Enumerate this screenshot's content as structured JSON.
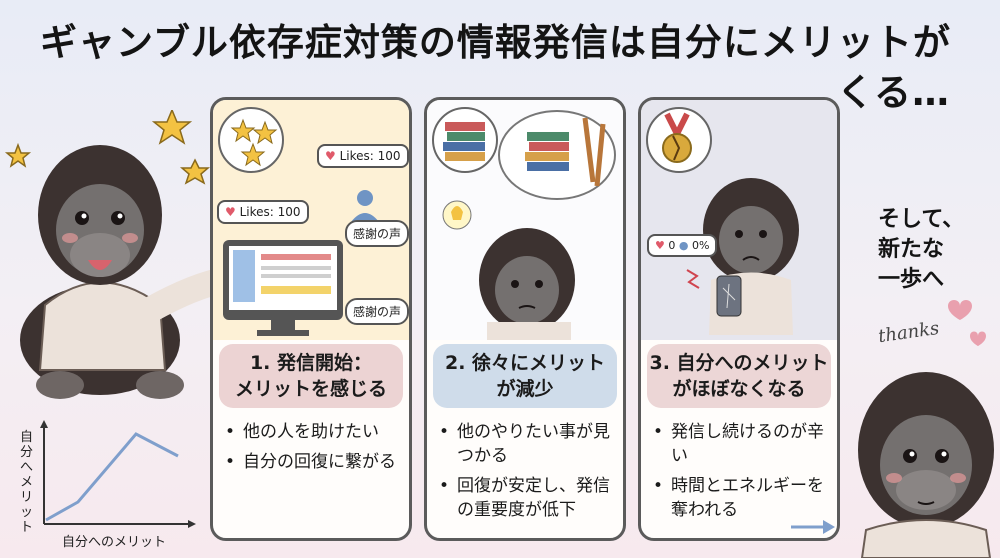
{
  "title": {
    "line1": "ギャンブル依存症対策の情報発信は自分にメリットが",
    "line2": "くる…"
  },
  "cards": [
    {
      "stage_line1": "1. 発信開始：",
      "stage_line2": "メリットを感じる",
      "bullets": [
        "他の人を助けたい",
        "自分の回復に繋がる"
      ],
      "likes_label_1": "Likes: 100",
      "likes_label_2": "Likes: 100",
      "thanks_label_1": "感謝の声",
      "thanks_label_2": "感謝の声"
    },
    {
      "stage_line1": "2. 徐々にメリット",
      "stage_line2": "が減少",
      "bullets": [
        "他のやりたい事が見つかる",
        "回復が安定し、発信の重要度が低下"
      ]
    },
    {
      "stage_line1": "3. 自分へのメリット",
      "stage_line2": "がほぼなくなる",
      "bullets": [
        "発信し続けるのが辛い",
        "時間とエネルギーを奪われる"
      ],
      "stats_zero": "0",
      "stats_percent": "0%"
    }
  ],
  "side_text": {
    "line1": "そして、",
    "line2": "新たな",
    "line3": "一歩へ"
  },
  "thanks_text": "thanks",
  "mini_chart": {
    "ylabel": "自分へメリット",
    "xlabel": "自分へのメリット"
  },
  "colors": {
    "stage1": "#ecd3d3",
    "stage2": "#cfdcea",
    "stage3": "#ecd6d6",
    "line": "#7f9fcc",
    "star": "#f3c242",
    "heart": "#e05a6a"
  }
}
